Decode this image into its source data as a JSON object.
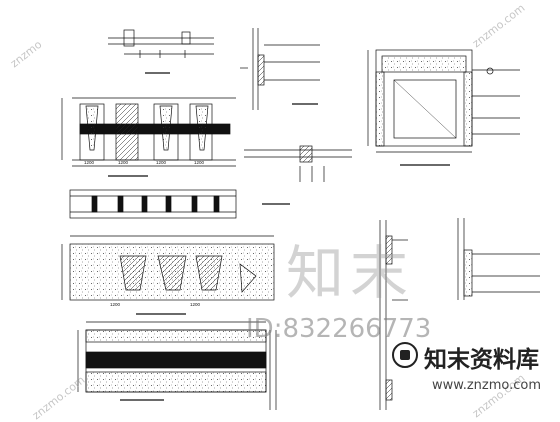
{
  "watermark": {
    "brand_big": "知末",
    "id_text": "ID:832266773",
    "corner_tl": "znzmo",
    "corner_tr": "znzmo.com",
    "corner_bl": "znzmo.com",
    "corner_br": "znzmo.com"
  },
  "logo": {
    "name": "知末资料库",
    "url": "www.znzmo.com",
    "icon": "znzmo-logo-icon"
  },
  "dimensions": {
    "elev_a": [
      "1200",
      "1200",
      "1200",
      "1200"
    ],
    "elev_c": [
      "1200",
      "1200"
    ]
  },
  "colors": {
    "ink": "#111111",
    "watermark": "#999999"
  }
}
